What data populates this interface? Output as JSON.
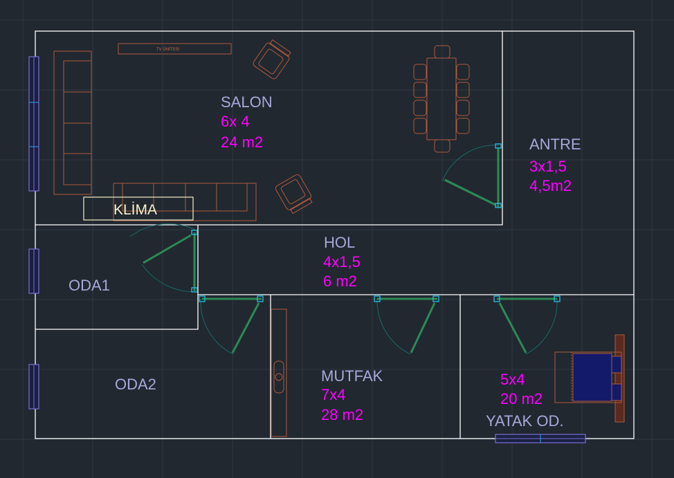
{
  "tv_label": "TV ÜNİTESİ",
  "klima_label": "KLİMA",
  "rooms": {
    "salon": {
      "name": "SALON",
      "dims": "6x 4",
      "area": "24 m2"
    },
    "antre": {
      "name": "ANTRE",
      "dims": "3x1,5",
      "area": "4,5m2"
    },
    "hol": {
      "name": "HOL",
      "dims": "4x1,5",
      "area": "6 m2"
    },
    "oda1": {
      "name": "ODA1"
    },
    "oda2": {
      "name": "ODA2"
    },
    "mutfak": {
      "name": "MUTFAK",
      "dims": "7x4",
      "area": "28 m2"
    },
    "yatak": {
      "name": "YATAK OD.",
      "dims": "5x4",
      "area": "20 m2"
    }
  },
  "colors": {
    "background": "#212830",
    "walls": "#ffffff",
    "room_label": "#a8a8d8",
    "dimension_label": "#ff00ff",
    "furniture": "#b05a3c",
    "door_leaf": "#2c8a55",
    "door_frame": "#27c0e6",
    "window": "#7c6fd6",
    "klima": "#f5f0c8"
  }
}
